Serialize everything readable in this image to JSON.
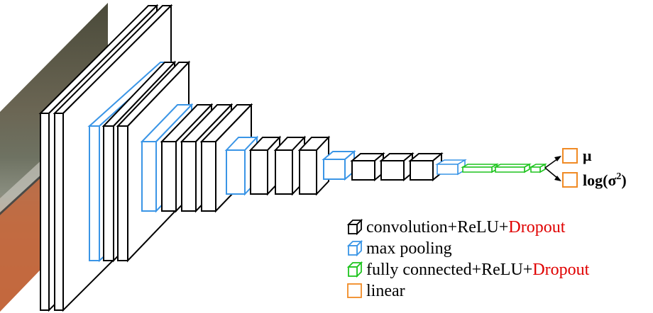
{
  "outputs": {
    "mu": "μ",
    "logvar_prefix": "log(σ",
    "logvar_exp": "2",
    "logvar_suffix": ")"
  },
  "legend": {
    "conv": {
      "text": "convolution+ReLU+",
      "highlight": "Dropout",
      "icon": "black-cube-icon"
    },
    "pool": {
      "text": "max pooling",
      "icon": "blue-cube-icon"
    },
    "fc": {
      "text": "fully connected+ReLU+",
      "highlight": "Dropout",
      "icon": "green-cube-icon"
    },
    "linear": {
      "text": "linear",
      "icon": "orange-square-icon"
    }
  },
  "colors": {
    "conv": "#000000",
    "pool": "#3a95e6",
    "fc": "#1fc41f",
    "linear": "#f08a24",
    "dropout_text": "#e00000"
  }
}
